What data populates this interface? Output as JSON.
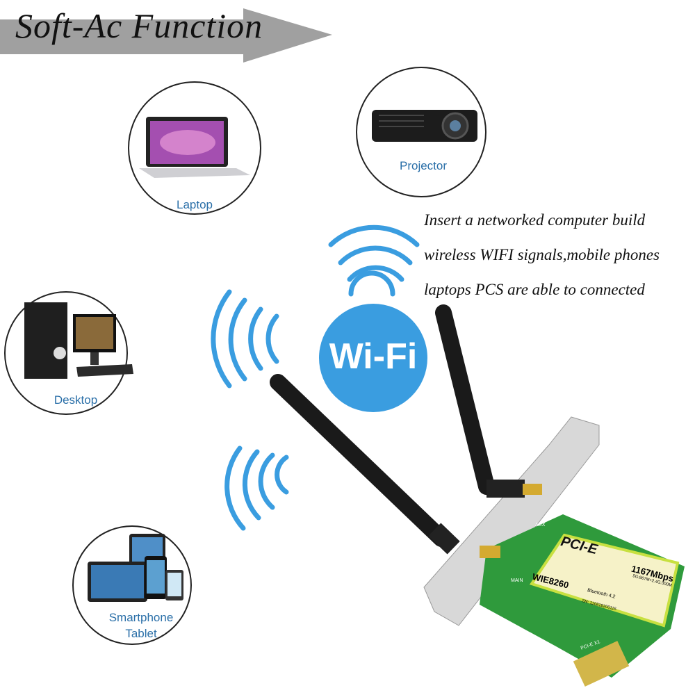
{
  "banner": {
    "title": "Soft-Ac Function",
    "color": "#a0a0a0"
  },
  "devices": [
    {
      "label": "Laptop",
      "icon": "laptop-icon"
    },
    {
      "label": "Projector",
      "icon": "projector-icon"
    },
    {
      "label": "Desktop",
      "icon": "desktop-icon"
    },
    {
      "label": "Smartphone",
      "label2": "Tablet",
      "icon": "smartphone-tablet-icon"
    }
  ],
  "description": {
    "lines": [
      "Insert a networked computer build",
      "wireless WIFI signals,mobile phones",
      "laptops PCS are able to connected"
    ]
  },
  "wifi": {
    "label": "Wi-Fi",
    "color": "#3a9de0"
  },
  "card": {
    "type": "PCI-E",
    "speed": "1167Mbps",
    "bands": "5G:867M+2.4G:300M",
    "model": "WIE8260",
    "bluetooth": "Bluetooth 4.2",
    "serial": "SN: 110818200115",
    "aux": "AUX",
    "main": "MAIN",
    "slot": "PCI-E X1",
    "pcb_color": "#2f9a3c"
  }
}
